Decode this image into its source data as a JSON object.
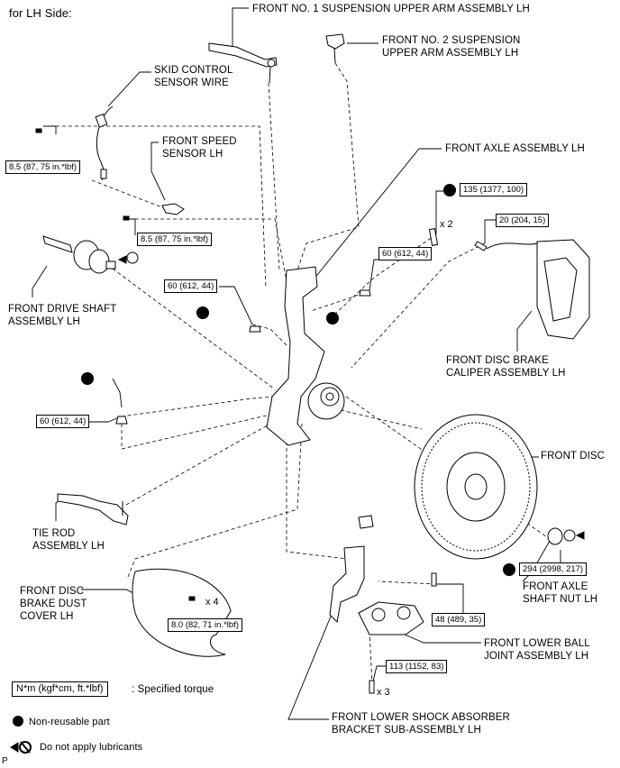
{
  "header": {
    "side_label": "for LH Side:"
  },
  "parts": {
    "upper_arm_1": "FRONT NO. 1 SUSPENSION UPPER ARM ASSEMBLY LH",
    "upper_arm_2": "FRONT NO. 2 SUSPENSION\nUPPER ARM ASSEMBLY LH",
    "skid_sensor_wire": "SKID CONTROL\nSENSOR WIRE",
    "speed_sensor": "FRONT SPEED\nSENSOR LH",
    "axle_assembly": "FRONT AXLE ASSEMBLY LH",
    "drive_shaft": "FRONT DRIVE SHAFT\nASSEMBLY LH",
    "caliper": "FRONT DISC BRAKE\nCALIPER ASSEMBLY LH",
    "disc": "FRONT DISC",
    "tie_rod": "TIE ROD\nASSEMBLY LH",
    "dust_cover": "FRONT DISC\nBRAKE DUST\nCOVER LH",
    "axle_nut": "FRONT AXLE\nSHAFT NUT LH",
    "lower_ball_joint": "FRONT LOWER BALL\nJOINT ASSEMBLY LH",
    "shock_bracket": "FRONT LOWER SHOCK ABSORBER\nBRACKET SUB-ASSEMBLY LH"
  },
  "torques": {
    "sensor_wire_bolt": "8.5 (87, 75 in.*lbf)",
    "speed_sensor_bolt": "8.5 (87, 75 in.*lbf)",
    "caliper_bolt": "135 (1377, 100)",
    "wire_clamp_bolt": "20 (204, 15)",
    "upper_arm2_nut": "60 (612, 44)",
    "upper_arm1_nut": "60 (612, 44)",
    "tie_rod_nut": "60 (612, 44)",
    "dust_cover_bolt": "8.0 (82, 71 in.*lbf)",
    "ball_joint_nut": "48 (489, 35)",
    "bracket_bolt": "113 (1152, 83)",
    "axle_nut": "294 (2998, 217)"
  },
  "multipliers": {
    "caliper_bolt": "x 2",
    "dust_cover_bolt": "x 4",
    "bracket_bolt": "x 3"
  },
  "legend": {
    "torque_unit": "N*m (kgf*cm, ft.*lbf)",
    "torque_desc": ": Specified torque",
    "non_reusable": "Non-reusable part",
    "no_lubricant": "Do not apply lubricants"
  },
  "footer": {
    "code": "P"
  }
}
